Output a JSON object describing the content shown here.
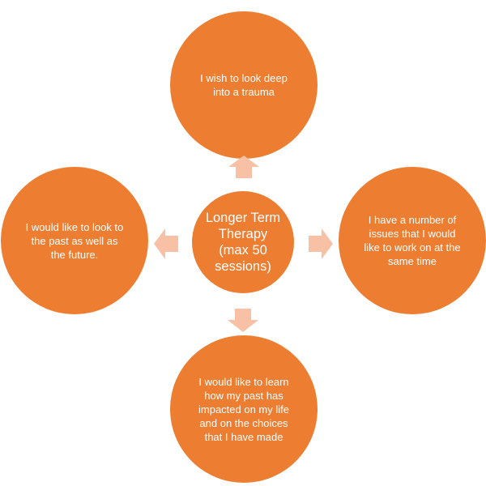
{
  "colors": {
    "circle_fill": "#ED7D31",
    "arrow_fill": "#F8C0A4",
    "text": "#FFFFFF"
  },
  "center": {
    "text": "Longer Term Therapy (max 50 sessions)"
  },
  "nodes": {
    "top": {
      "text": "I wish to look deep into a trauma"
    },
    "right": {
      "text": "I have a number of issues that I would like to work on at the same time"
    },
    "bottom": {
      "text": "I would like to learn how my past has impacted on my life and on the choices that I have made"
    },
    "left": {
      "text": "I would like to look to the past as well as the future."
    }
  },
  "arrows": {
    "top": "arrow-up-icon",
    "right": "arrow-right-icon",
    "bottom": "arrow-down-icon",
    "left": "arrow-left-icon"
  }
}
